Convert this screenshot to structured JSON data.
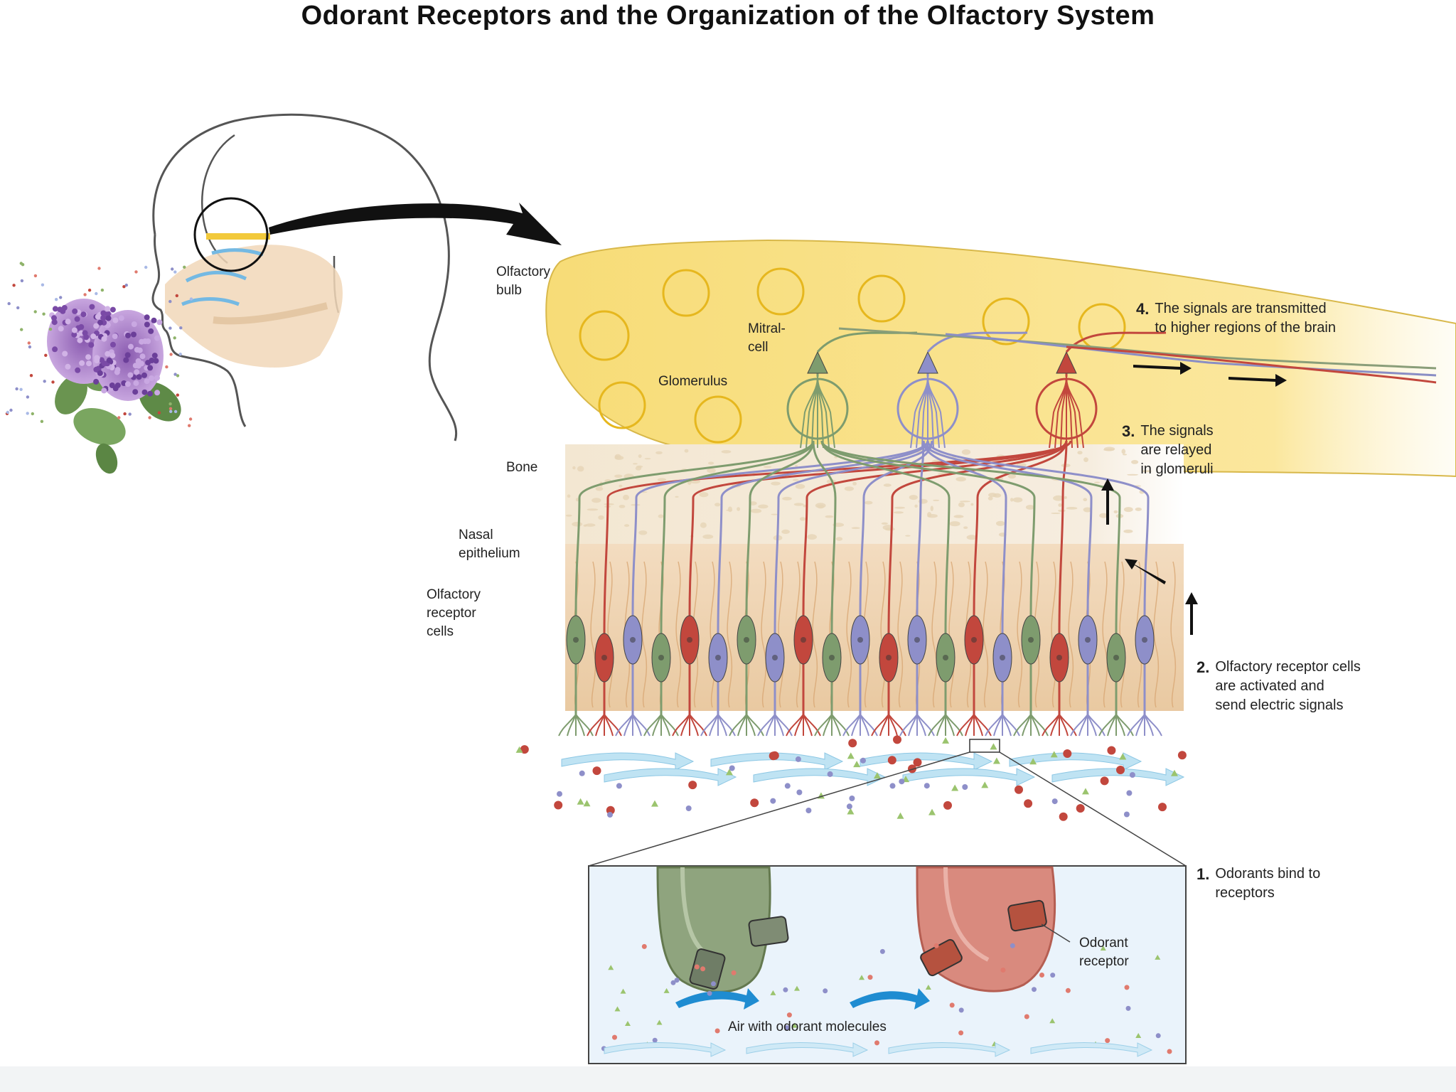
{
  "title": "Odorant Receptors and the Organization of the Olfactory System",
  "labels": {
    "olfactory_bulb": "Olfactory\nbulb",
    "mitral_cell": "Mitral-\ncell",
    "glomerulus": "Glomerulus",
    "bone": "Bone",
    "nasal_epithelium": "Nasal\nepithelium",
    "olfactory_receptor_cells": "Olfactory\nreceptor\ncells",
    "odorant_receptor": "Odorant\nreceptor",
    "air_with_odorant_molecules": "Air with odorant molecules"
  },
  "steps": [
    {
      "number": "1.",
      "text": "Odorants bind to\nreceptors"
    },
    {
      "number": "2.",
      "text": "Olfactory receptor cells\nare activated and\nsend electric signals"
    },
    {
      "number": "3.",
      "text": "The signals\nare relayed\nin glomeruli"
    },
    {
      "number": "4.",
      "text": "The signals are transmitted\nto higher regions of the brain"
    }
  ],
  "colors": {
    "bulb": "#f9e38a",
    "bone": "#f3eadb",
    "epithelium": "#f1d6b4",
    "green_cell": "#7e9c6e",
    "blue_cell": "#8e8fc9",
    "red_cell": "#c2473d",
    "air_flow": "#a9d6ec",
    "inset_bg": "#eaf3fb",
    "lilac": "#a57bc6",
    "leaf": "#6f9a55"
  }
}
